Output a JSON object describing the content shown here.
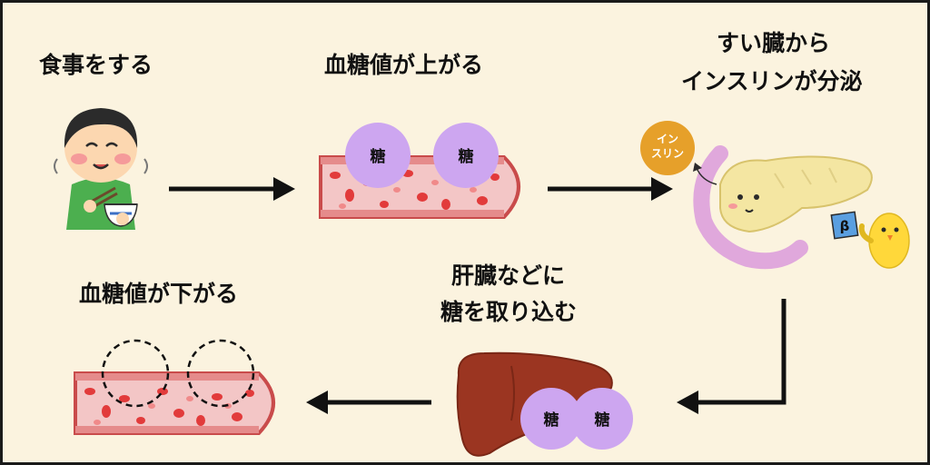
{
  "steps": {
    "eat": "食事をする",
    "sugar_up": "血糖値が上がる",
    "pancreas_line1": "すい臓から",
    "pancreas_line2": "インスリンが分泌",
    "liver_line1": "肝臓などに",
    "liver_line2": "糖を取り込む",
    "sugar_down": "血糖値が下がる"
  },
  "glucose_label": "糖",
  "insulin_badge": {
    "line1": "イン",
    "line2": "スリン"
  },
  "beta_label": "β",
  "colors": {
    "background": "#fbf3df",
    "glucose": "#cda6f0",
    "vessel_wall": "#e58b8b",
    "vessel_inner": "#f3c6c6",
    "blood_cell": "#e23b3b",
    "insulin": "#e6a02a",
    "pancreas": "#f4e6a2",
    "liver": "#9b3521",
    "arrow": "#111111"
  }
}
